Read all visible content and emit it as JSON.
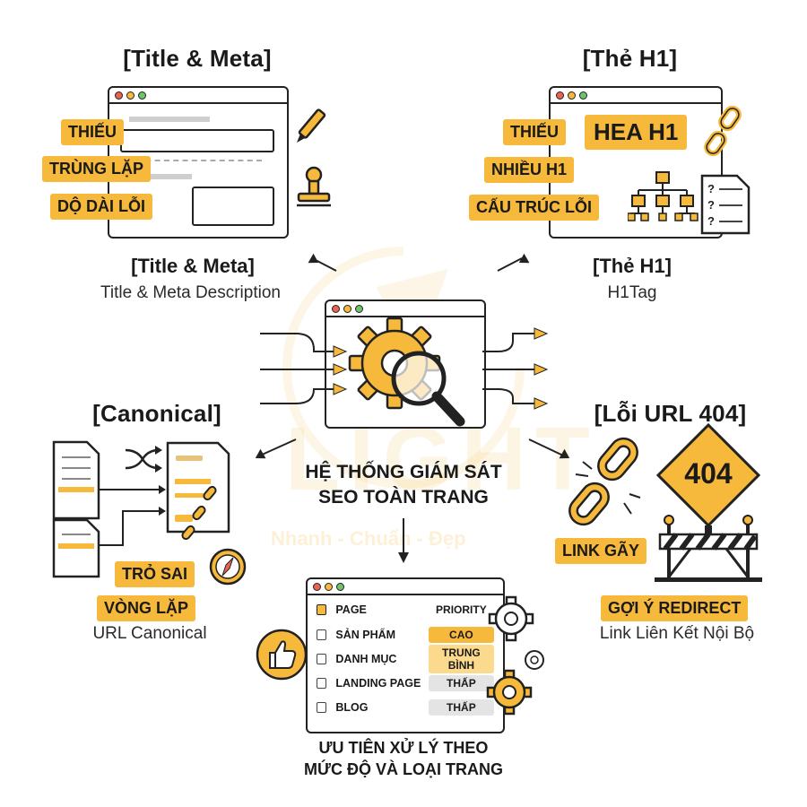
{
  "sections": {
    "title_meta": {
      "heading": "[Title & Meta]",
      "tags": [
        "THIẾU",
        "TRÙNG LẶP",
        "DỘ DÀI LỖI"
      ],
      "caption_bold": "[Title & Meta]",
      "caption": "Title & Meta Description"
    },
    "h1": {
      "heading": "[Thẻ H1]",
      "big_tag": "HEA H1",
      "tags": [
        "THIẾU",
        "NHIỀU H1",
        "CẤU TRÚC LỖI"
      ],
      "caption_bold": "[Thẻ H1]",
      "caption": "H1Tag"
    },
    "canonical": {
      "heading": "[Canonical]",
      "tags": [
        "TRỎ SAI",
        "VÒNG LẶP"
      ],
      "caption": "URL Canonical"
    },
    "url404": {
      "heading": "[Lỗi URL 404]",
      "sign": "404",
      "tags": [
        "LINK GÃY",
        "GỢI Ý REDIRECT"
      ],
      "caption": "Link Liên Kết Nội Bộ"
    }
  },
  "center": {
    "line1": "HỆ THỐNG GIÁM SÁT",
    "line2": "SEO TOÀN TRANG"
  },
  "watermark": {
    "logo_text": "LIGHT",
    "slogan": "Nhanh - Chuẩn - Đẹp"
  },
  "priority_table": {
    "header": {
      "page": "PAGE",
      "priority": "PRIORITY"
    },
    "rows": [
      {
        "page": "SẢN PHẨM",
        "priority": "CAO",
        "level": "high"
      },
      {
        "page": "DANH MỤC",
        "priority": "TRUNG BÌNH",
        "level": "mid"
      },
      {
        "page": "LANDING PAGE",
        "priority": "THẤP",
        "level": "low"
      },
      {
        "page": "BLOG",
        "priority": "THẤP",
        "level": "low"
      }
    ],
    "caption_line1": "ƯU TIÊN XỬ LÝ THEO",
    "caption_line2": "MỨC ĐỘ VÀ LOẠI TRANG"
  },
  "colors": {
    "accent": "#f6b93b",
    "outline": "#222222"
  }
}
